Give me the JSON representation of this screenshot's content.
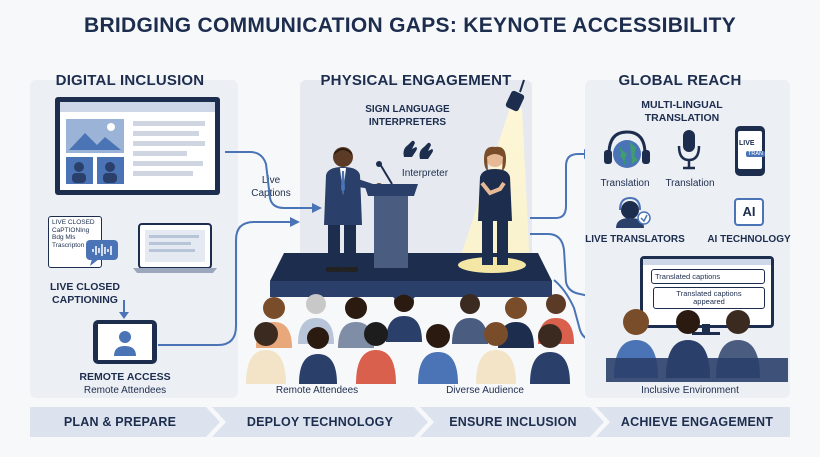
{
  "title": "BRIDGING COMMUNICATION GAPS: KEYNOTE ACCESSIBILITY",
  "sections": {
    "digital": {
      "title": "DIGITAL INCLUSION",
      "live_closed_captioning": "LIVE CLOSED\nCAPTIONING",
      "caption_card_text": "LIVE CLOSED\nCaPTIONIng\nBdg Mls\nTrascripton",
      "remote_access": "REMOTE ACCESS",
      "remote_attendees": "Remote Attendees"
    },
    "physical": {
      "title": "PHYSICAL ENGAGEMENT",
      "sign_language": "SIGN LANGUAGE\nINTERPRETERS",
      "interpreter": "Interpreter",
      "live_captions": "Live\nCaptions",
      "remote_attendees": "Remote Attendees",
      "diverse_audience": "Diverse Audience"
    },
    "global": {
      "title": "GLOBAL REACH",
      "multilingual": "MULTI-LINGUAL\nTRANSLATION",
      "translation_1": "Translation",
      "translation_2": "Translation",
      "live_translators": "LIVE TRANSLATORS",
      "ai_technology": "AI TECHNOLOGY",
      "ai_icon_text": "AI",
      "phone_badge_1": "LIVE",
      "phone_badge_2": "TRAN",
      "caption_1": "Translated captions",
      "caption_2": "Translated captions\nappeared",
      "inclusive_environment": "Inclusive Environment"
    }
  },
  "steps": [
    "PLAN & PREPARE",
    "DEPLOY TECHNOLOGY",
    "ENSURE INCLUSION",
    "ACHIEVE ENGAGEMENT"
  ],
  "colors": {
    "navy": "#1d2d4e",
    "blue_accent": "#4a74b5",
    "panel": "#eceff4",
    "arrow_band": "#dde3ee",
    "spotlight": "#fbf3c9"
  }
}
